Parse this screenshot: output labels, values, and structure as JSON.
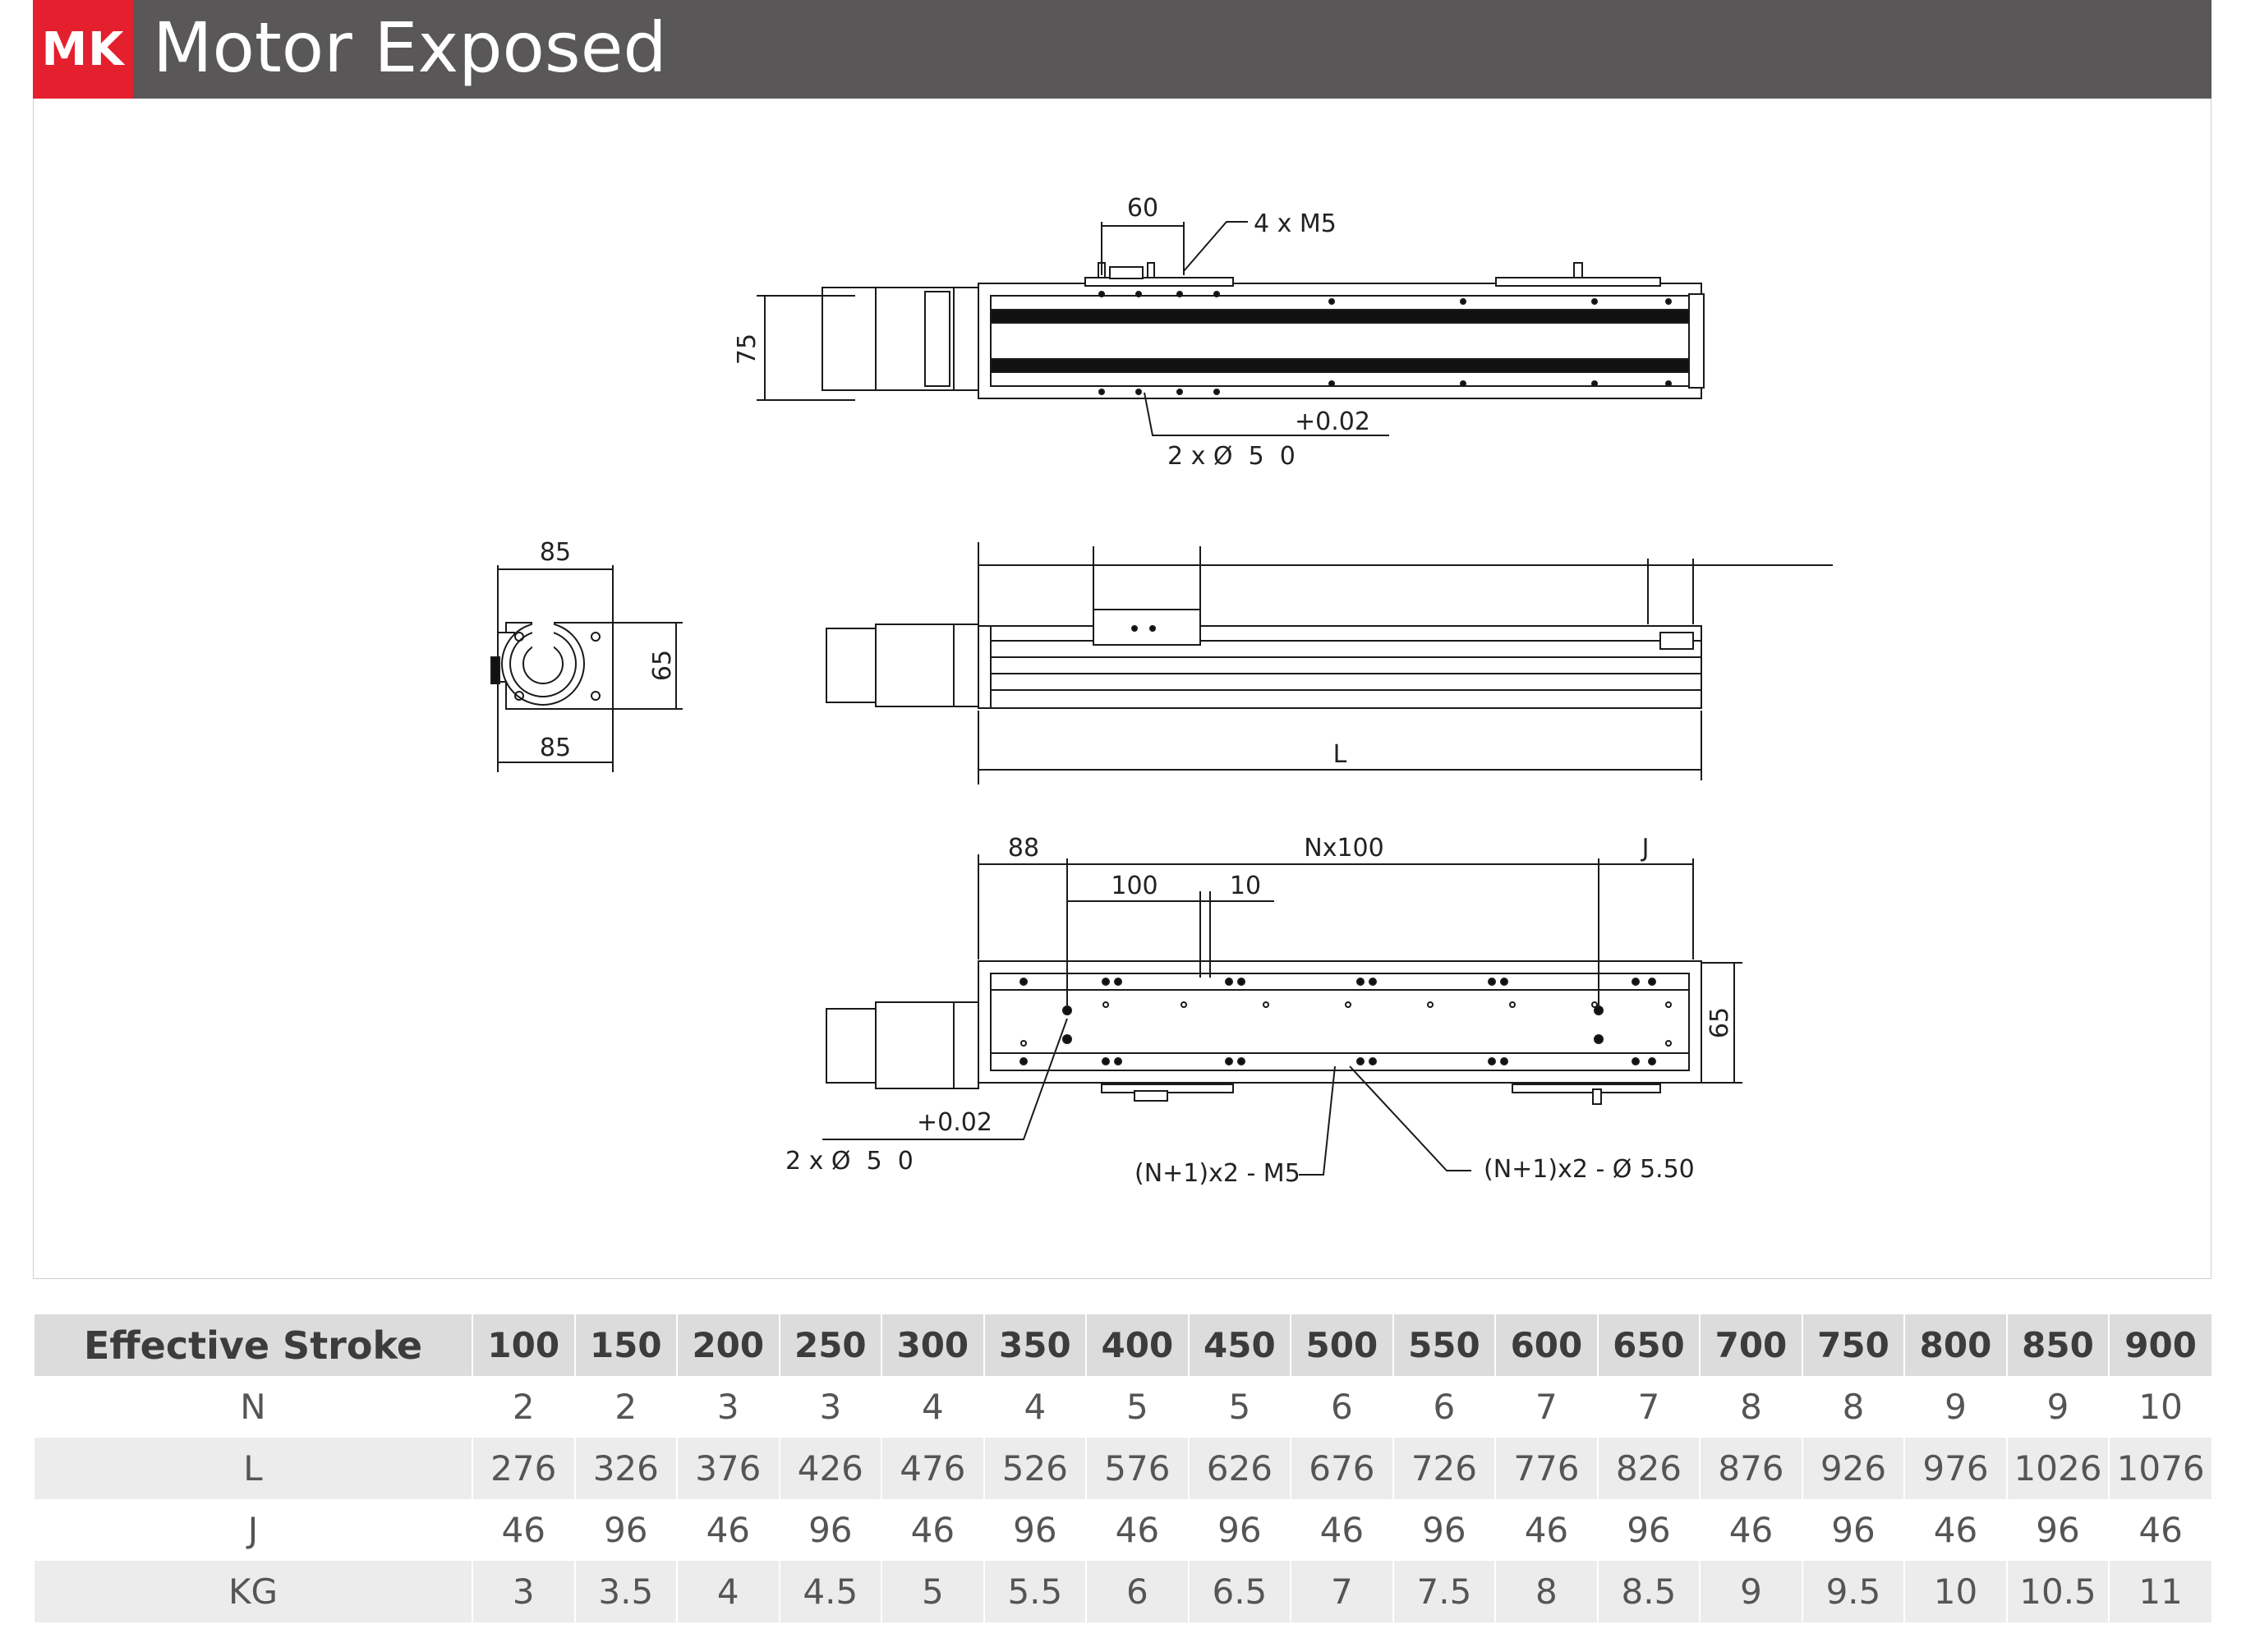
{
  "header": {
    "badge": "MK",
    "title": "Motor Exposed"
  },
  "drawing": {
    "top_view": {
      "dim_width": "60",
      "thread_label": "4 x M5",
      "dim_height": "75",
      "tolerance": "+0.02",
      "hole_label": "2 x Ø  5  0"
    },
    "end_view": {
      "dim_top": "85",
      "dim_bottom": "85",
      "dim_side": "65"
    },
    "side_view": {
      "dim_length": "L"
    },
    "bottom_view": {
      "dim_offset": "88",
      "dim_pitch": "Nx100",
      "dim_j": "J",
      "dim_100": "100",
      "dim_10": "10",
      "dim_side": "65",
      "tolerance": "+0.02",
      "hole_label": "2 x Ø  5  0",
      "thread_label": "(N+1)x2 - M5",
      "through_label": "(N+1)x2 - Ø 5.50"
    }
  },
  "spec_table": {
    "header_label": "Effective Stroke",
    "columns": [
      "100",
      "150",
      "200",
      "250",
      "300",
      "350",
      "400",
      "450",
      "500",
      "550",
      "600",
      "650",
      "700",
      "750",
      "800",
      "850",
      "900"
    ],
    "rows": [
      {
        "label": "N",
        "values": [
          "2",
          "2",
          "3",
          "3",
          "4",
          "4",
          "5",
          "5",
          "6",
          "6",
          "7",
          "7",
          "8",
          "8",
          "9",
          "9",
          "10"
        ]
      },
      {
        "label": "L",
        "values": [
          "276",
          "326",
          "376",
          "426",
          "476",
          "526",
          "576",
          "626",
          "676",
          "726",
          "776",
          "826",
          "876",
          "926",
          "976",
          "1026",
          "1076"
        ]
      },
      {
        "label": "J",
        "values": [
          "46",
          "96",
          "46",
          "96",
          "46",
          "96",
          "46",
          "96",
          "46",
          "96",
          "46",
          "96",
          "46",
          "96",
          "46",
          "96",
          "46"
        ]
      },
      {
        "label": "KG",
        "values": [
          "3",
          "3.5",
          "4",
          "4.5",
          "5",
          "5.5",
          "6",
          "6.5",
          "7",
          "7.5",
          "8",
          "8.5",
          "9",
          "9.5",
          "10",
          "10.5",
          "11"
        ]
      }
    ]
  }
}
